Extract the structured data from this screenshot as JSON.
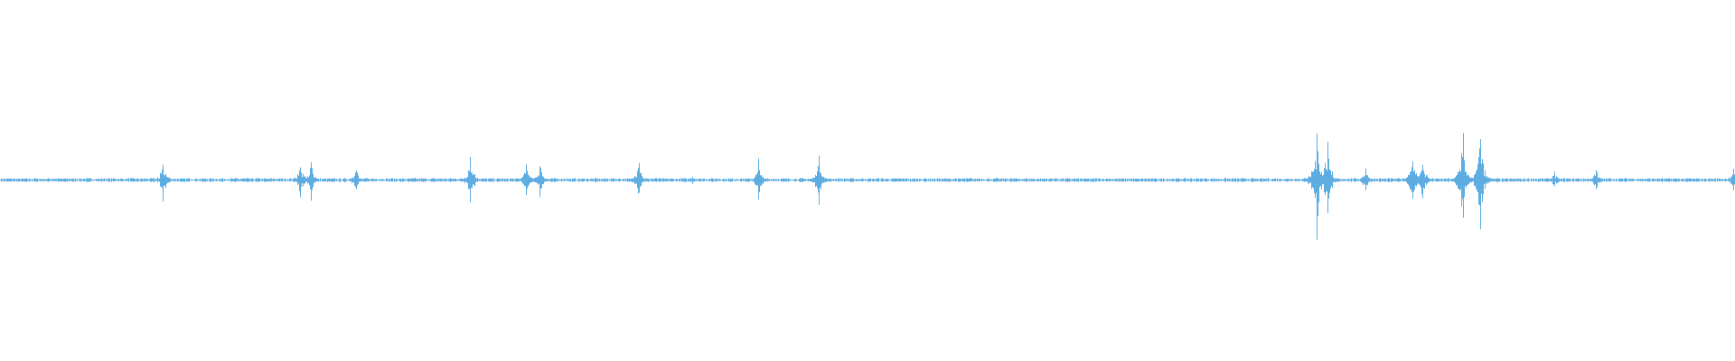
{
  "waveform": {
    "color": "#5dade2",
    "background": "#ffffff",
    "baseline_amplitude": 0.004,
    "bursts": [
      {
        "t": 0.094,
        "amp": 0.05
      },
      {
        "t": 0.173,
        "amp": 0.04
      },
      {
        "t": 0.179,
        "amp": 0.05
      },
      {
        "t": 0.205,
        "amp": 0.03
      },
      {
        "t": 0.271,
        "amp": 0.06
      },
      {
        "t": 0.303,
        "amp": 0.04
      },
      {
        "t": 0.311,
        "amp": 0.04
      },
      {
        "t": 0.368,
        "amp": 0.04
      },
      {
        "t": 0.399,
        "amp": 0.01
      },
      {
        "t": 0.437,
        "amp": 0.05
      },
      {
        "t": 0.472,
        "amp": 0.06
      },
      {
        "t": 0.759,
        "amp": 0.14
      },
      {
        "t": 0.765,
        "amp": 0.1
      },
      {
        "t": 0.787,
        "amp": 0.03
      },
      {
        "t": 0.814,
        "amp": 0.06
      },
      {
        "t": 0.82,
        "amp": 0.05
      },
      {
        "t": 0.843,
        "amp": 0.11
      },
      {
        "t": 0.853,
        "amp": 0.12
      },
      {
        "t": 0.896,
        "amp": 0.02
      },
      {
        "t": 0.92,
        "amp": 0.03
      },
      {
        "t": 0.999,
        "amp": 0.03
      }
    ]
  }
}
